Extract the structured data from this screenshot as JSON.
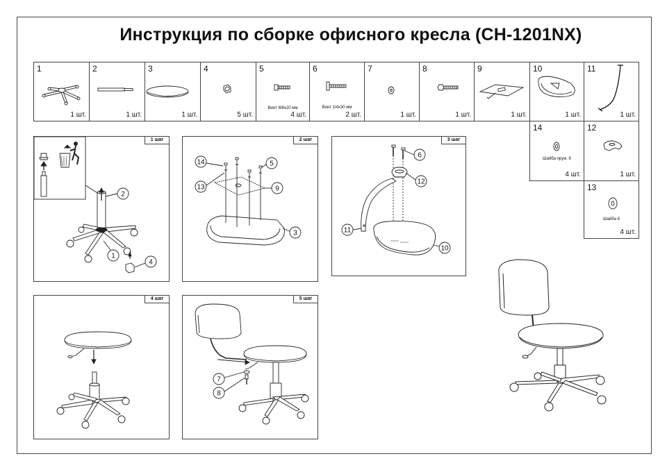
{
  "title": "Инструкция по сборке офисного кресла (CH-1201NX)",
  "parts": [
    {
      "num": "1",
      "qty": "1 шт.",
      "desc": ""
    },
    {
      "num": "2",
      "qty": "1 шт.",
      "desc": ""
    },
    {
      "num": "3",
      "qty": "1 шт.",
      "desc": ""
    },
    {
      "num": "4",
      "qty": "5 шт.",
      "desc": ""
    },
    {
      "num": "5",
      "qty": "4 шт.",
      "desc": "Винт М6х20 мм"
    },
    {
      "num": "6",
      "qty": "2 шт.",
      "desc": "Винт 1/4х30 мм"
    },
    {
      "num": "7",
      "qty": "1 шт.",
      "desc": ""
    },
    {
      "num": "8",
      "qty": "1 шт.",
      "desc": ""
    },
    {
      "num": "9",
      "qty": "1 шт.",
      "desc": ""
    },
    {
      "num": "10",
      "qty": "1 шт.",
      "desc": ""
    },
    {
      "num": "11",
      "qty": "1 шт.",
      "desc": ""
    },
    {
      "num": "14",
      "qty": "4 шт.",
      "desc": "Шайба пруж. 6"
    },
    {
      "num": "12",
      "qty": "1 шт.",
      "desc": ""
    },
    {
      "num": "13",
      "qty": "4 шт.",
      "desc": "Шайба 6"
    }
  ],
  "steps": [
    {
      "label": "1 шаг",
      "callouts": [
        "2",
        "1",
        "4"
      ]
    },
    {
      "label": "2 шаг",
      "callouts": [
        "14",
        "13",
        "5",
        "9",
        "3"
      ]
    },
    {
      "label": "3 шаг",
      "callouts": [
        "6",
        "12",
        "11",
        "10"
      ]
    },
    {
      "label": "4 шаг",
      "callouts": []
    },
    {
      "label": "5 шаг",
      "callouts": [
        "7",
        "8"
      ]
    }
  ]
}
